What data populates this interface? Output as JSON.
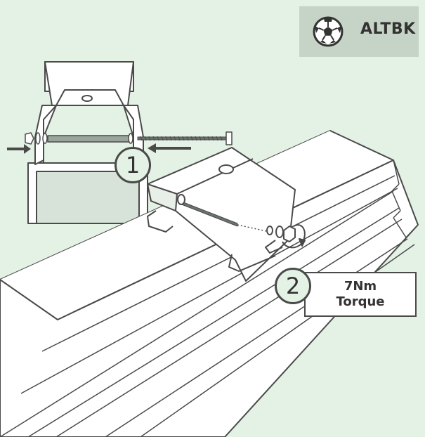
{
  "brand": {
    "name": "ALTBK",
    "icon": "soccer-ball-icon"
  },
  "steps": [
    {
      "number": "1"
    },
    {
      "number": "2",
      "note_line1": "7Nm",
      "note_line2": "Torque"
    }
  ],
  "colors": {
    "background": "#e4f1e5",
    "line": "#4a4a4a",
    "fill_light": "#ffffff",
    "fill_shade": "#d7e3d8",
    "logo_box": "#c6d4c7"
  }
}
